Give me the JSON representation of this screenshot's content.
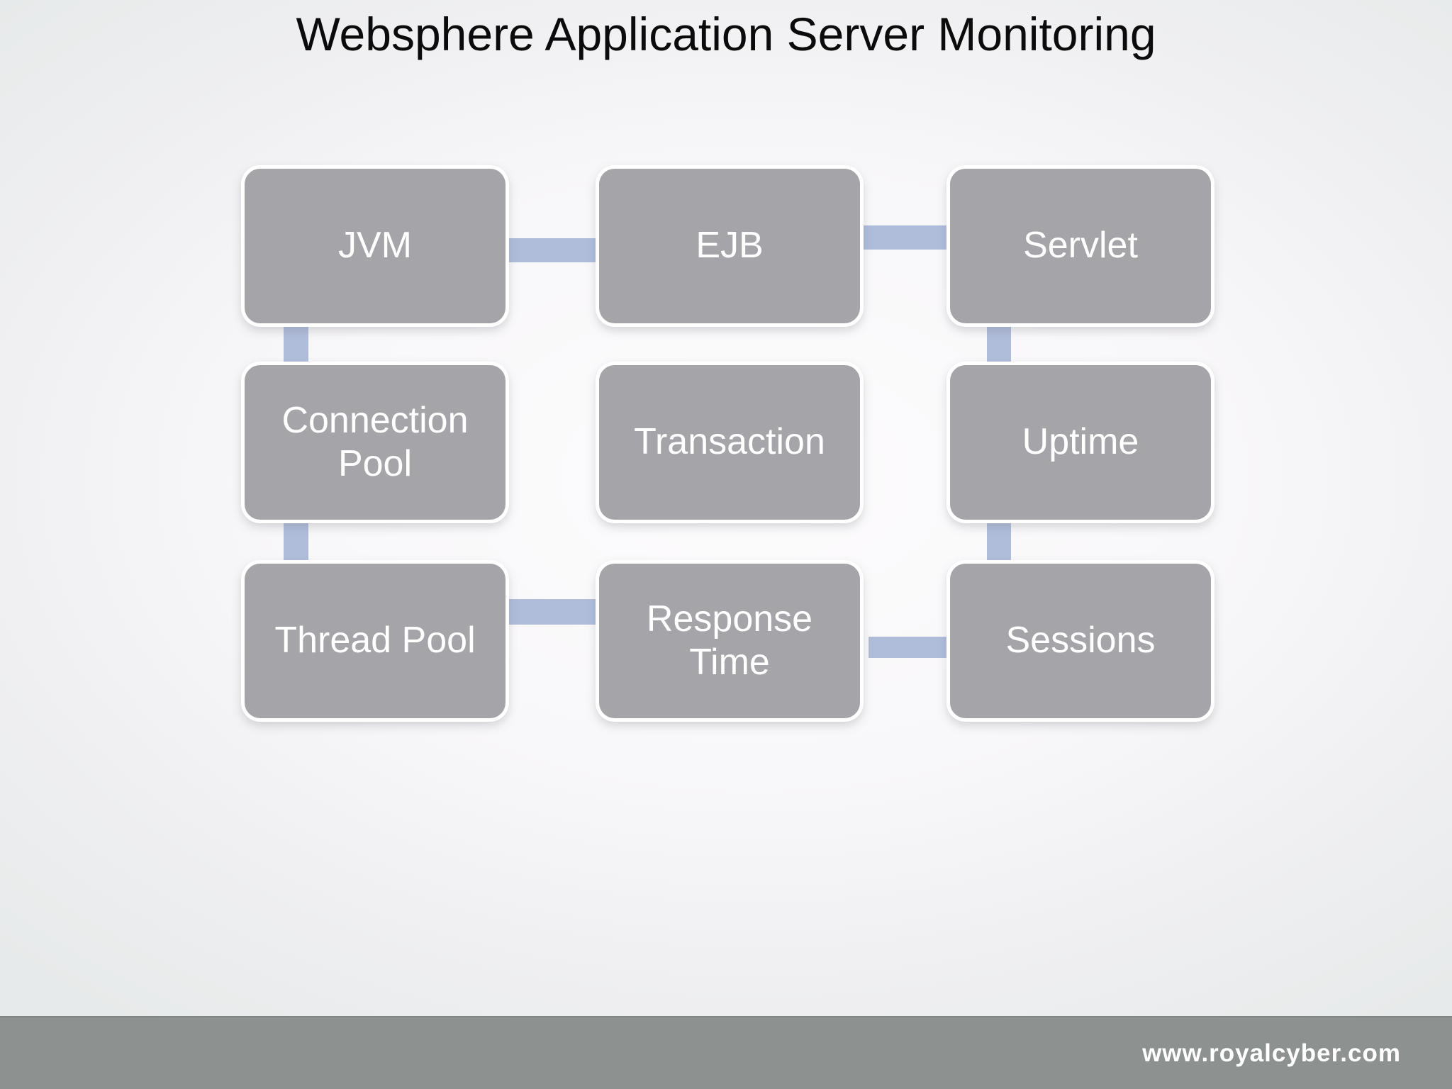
{
  "slide": {
    "title": "Websphere Application Server Monitoring",
    "footer": {
      "website": "www.royalcyber.com"
    }
  },
  "colors": {
    "box": "#a5a4a8",
    "box_text": "#ffffff",
    "connector": "#afbddb",
    "footer_bar": "#8d9190",
    "title_text": "#0b0b0c"
  },
  "diagram": {
    "nodes": [
      {
        "id": "jvm",
        "label": "JVM",
        "row": 0,
        "col": 0
      },
      {
        "id": "ejb",
        "label": "EJB",
        "row": 0,
        "col": 1
      },
      {
        "id": "servlet",
        "label": "Servlet",
        "row": 0,
        "col": 2
      },
      {
        "id": "connection-pool",
        "label": "Connection Pool",
        "row": 1,
        "col": 0
      },
      {
        "id": "transaction",
        "label": "Transaction",
        "row": 1,
        "col": 1
      },
      {
        "id": "uptime",
        "label": "Uptime",
        "row": 1,
        "col": 2
      },
      {
        "id": "thread-pool",
        "label": "Thread Pool",
        "row": 2,
        "col": 0
      },
      {
        "id": "response-time",
        "label": "Response Time",
        "row": 2,
        "col": 1
      },
      {
        "id": "sessions",
        "label": "Sessions",
        "row": 2,
        "col": 2
      }
    ],
    "connections": [
      {
        "from": "jvm",
        "to": "ejb",
        "orientation": "horizontal"
      },
      {
        "from": "ejb",
        "to": "servlet",
        "orientation": "horizontal"
      },
      {
        "from": "jvm",
        "to": "connection-pool",
        "orientation": "vertical"
      },
      {
        "from": "connection-pool",
        "to": "thread-pool",
        "orientation": "vertical"
      },
      {
        "from": "servlet",
        "to": "uptime",
        "orientation": "vertical"
      },
      {
        "from": "uptime",
        "to": "sessions",
        "orientation": "vertical"
      },
      {
        "from": "thread-pool",
        "to": "response-time",
        "orientation": "horizontal"
      },
      {
        "from": "response-time",
        "to": "sessions",
        "orientation": "horizontal"
      }
    ]
  }
}
